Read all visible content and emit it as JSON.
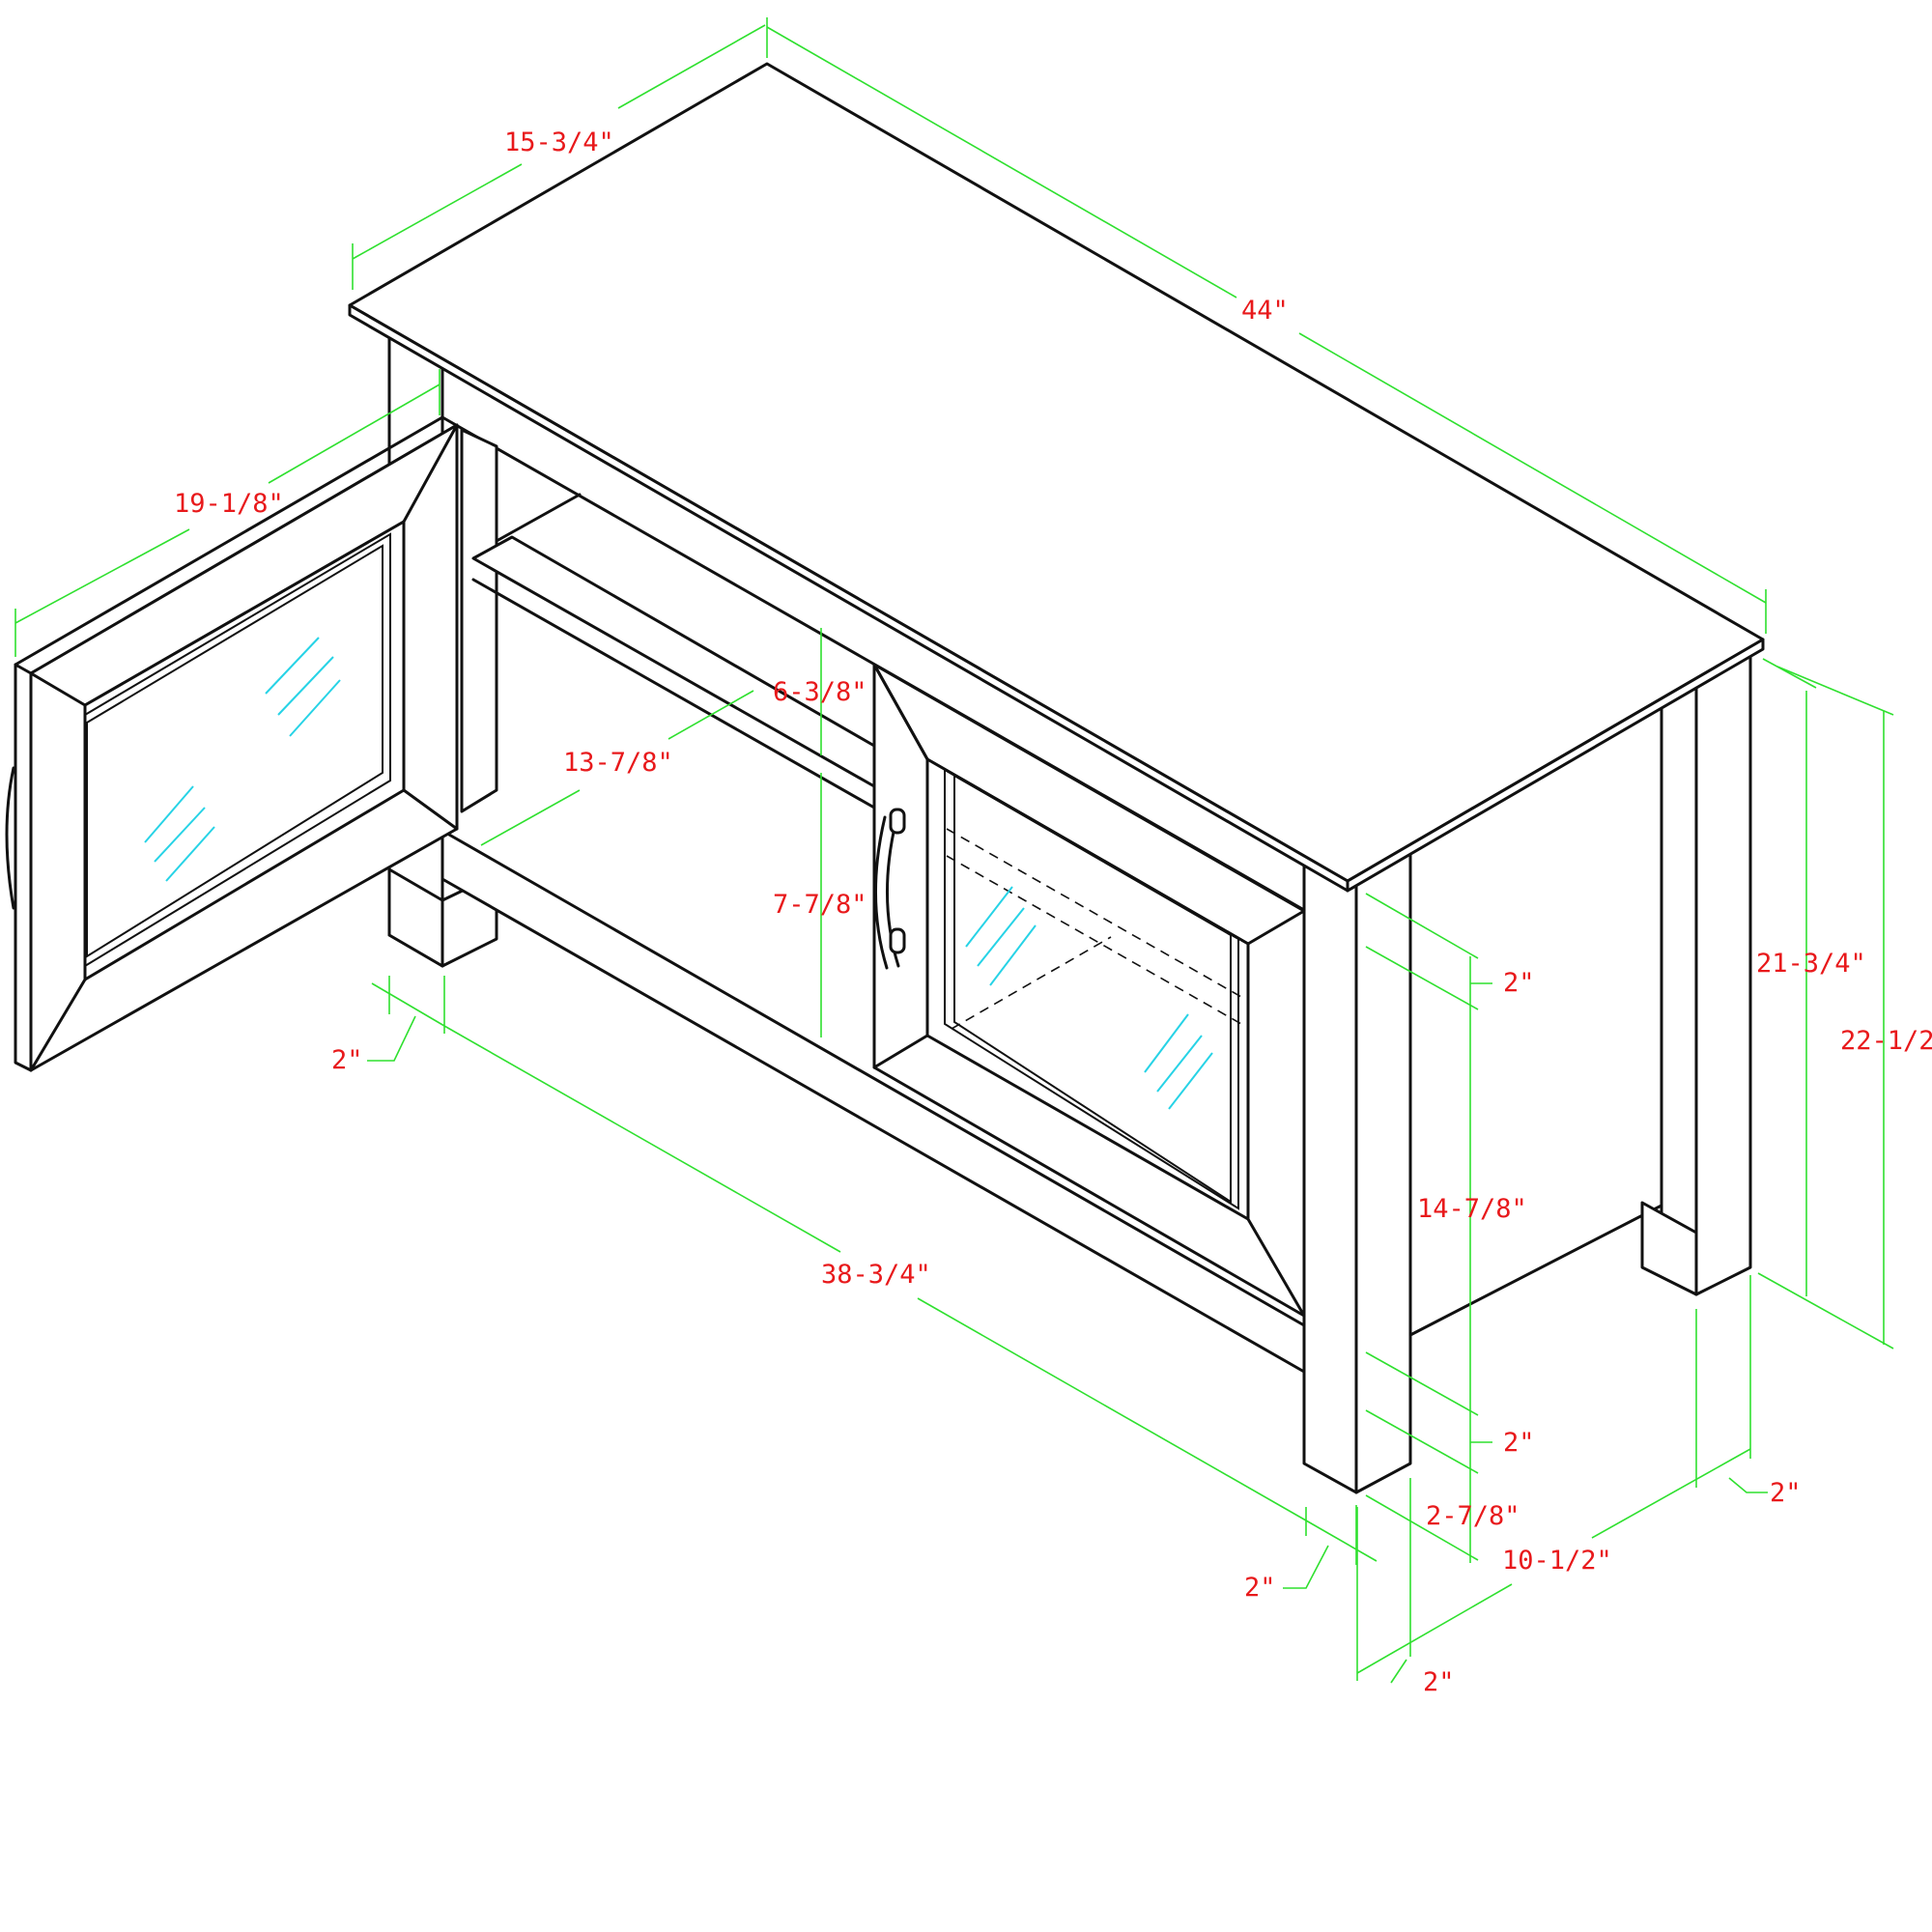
{
  "colors": {
    "outline": "#111111",
    "dimension_line": "#2fe02f",
    "dimension_text": "#e8191b",
    "glass_mark": "#27d3e6",
    "background": "#ffffff"
  },
  "dimensions": {
    "top_depth": "15-3/4\"",
    "top_width": "44\"",
    "door_width": "19-1/8\"",
    "shelf_depth": "13-7/8\"",
    "upper_opening": "6-3/8\"",
    "lower_opening": "7-7/8\"",
    "leg_width_left": "2\"",
    "inner_width": "38-3/4\"",
    "apron_top": "2\"",
    "side_panel_height": "14-7/8\"",
    "apron_bottom": "2\"",
    "leg_height": "2-7/8\"",
    "side_depth": "10-1/2\"",
    "leg_width_right": "2\"",
    "leg_width_front": "2\"",
    "leg_depth_cut": "2\"",
    "body_height": "21-3/4\"",
    "total_height": "22-1/2"
  }
}
